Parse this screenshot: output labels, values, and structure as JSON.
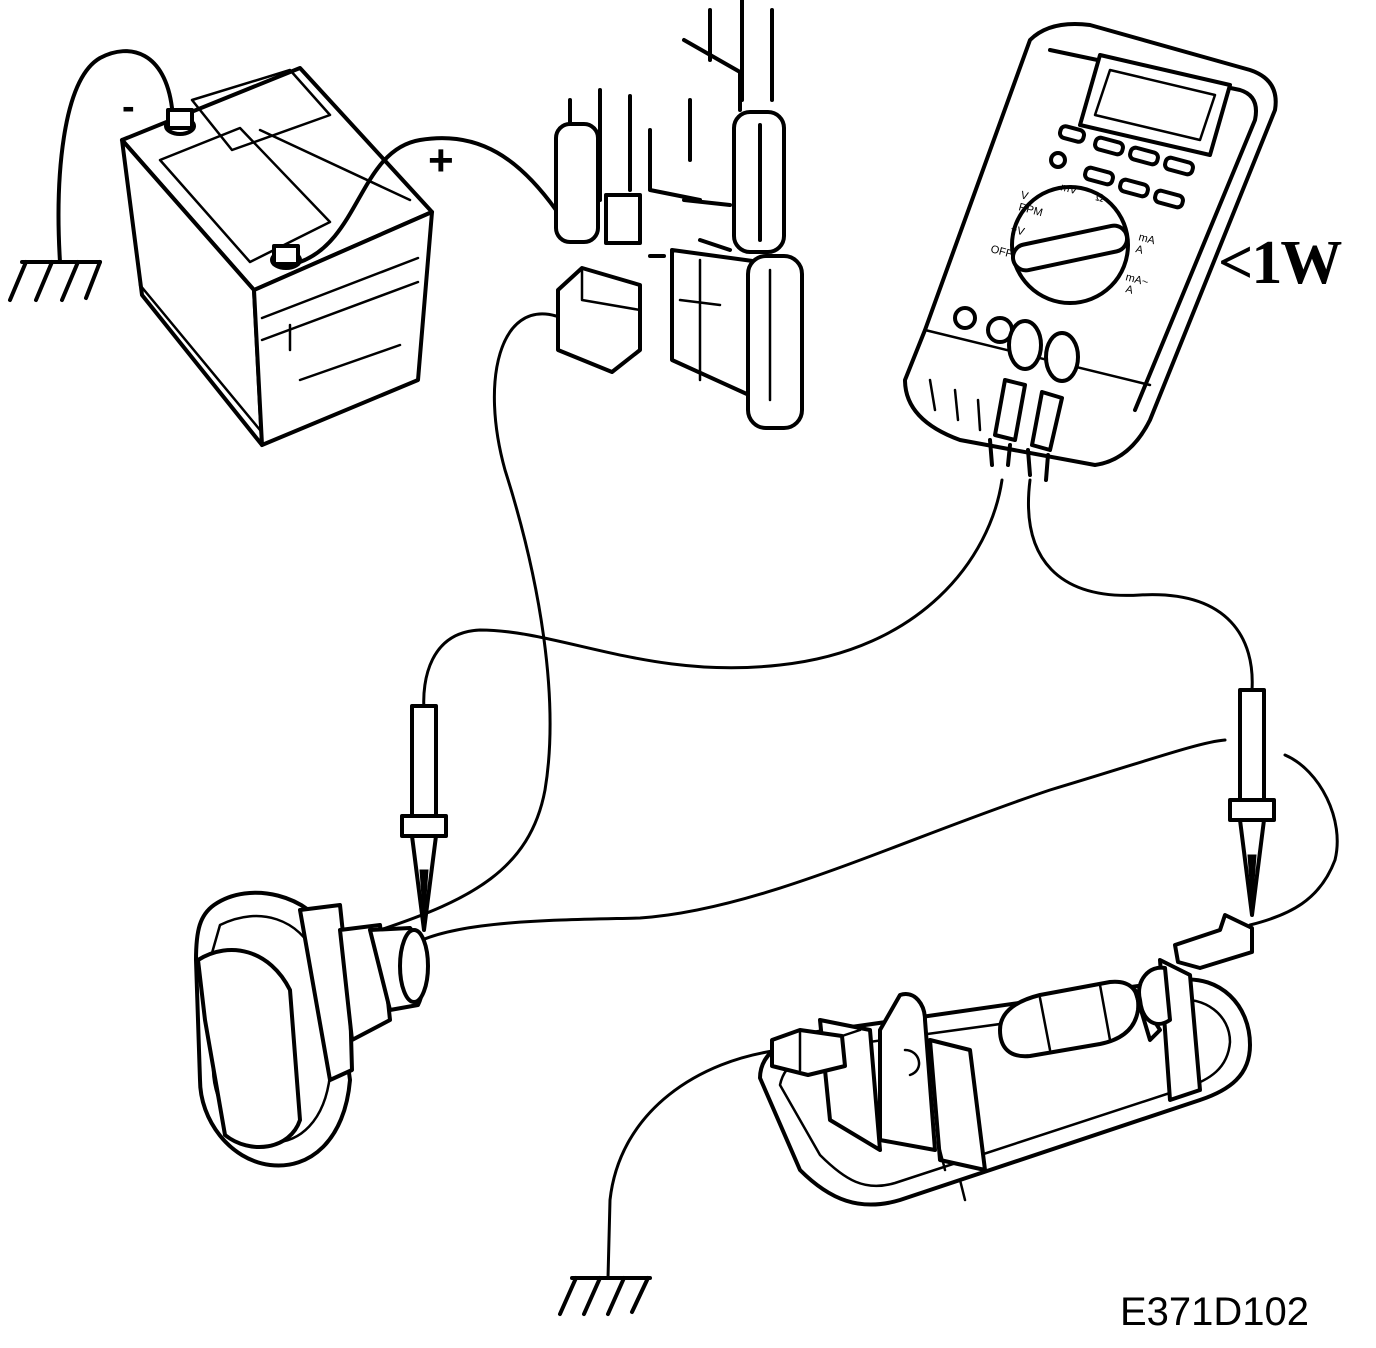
{
  "labels": {
    "battery_negative": "-",
    "battery_positive": "+",
    "resistance_spec": "<1W",
    "figure_code": "E371D102"
  },
  "multimeter": {
    "dial_marks": [
      "mV",
      "V",
      "RPM",
      "Ω",
      "~V",
      "OFF",
      "mA",
      "A",
      "mA~",
      "A"
    ]
  },
  "icons": [
    "ground-symbol",
    "battery",
    "fuse",
    "multimeter",
    "test-probe",
    "switch",
    "boot-lid-lock"
  ]
}
